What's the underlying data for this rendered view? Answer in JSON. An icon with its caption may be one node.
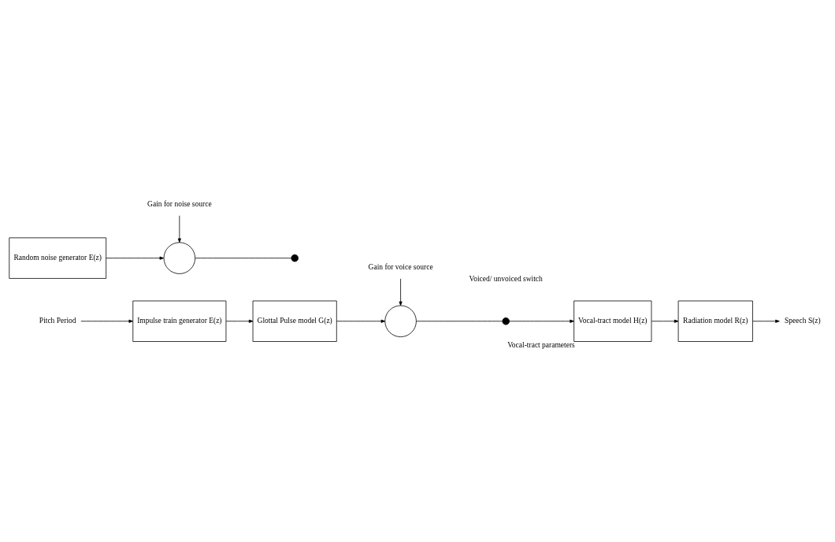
{
  "diagram": {
    "nodes": [
      {
        "text": [
          "Pitch Period"
        ]
      },
      {
        "text": [
          "Impulse train generator E(z)"
        ]
      },
      {
        "text": [
          "Glottal Pulse model G(z)"
        ]
      },
      {
        "text": [
          "Gain for voice source"
        ]
      },
      {
        "text": [],
        "shape": "circle"
      },
      {
        "text": [],
        "shape": "dot"
      },
      {
        "text": [],
        "shape": "dot"
      },
      {
        "text": [
          "Vocal-tract model H(z)"
        ],
        "beside": [
          "Vocal-tract parameters"
        ]
      },
      {
        "text": [
          "Radiation model R(z)"
        ]
      },
      {
        "text": [
          "Speech S(z)"
        ]
      },
      {
        "text": [
          "Random noise generator E(z)"
        ]
      },
      {
        "text": [],
        "shape": "circle"
      },
      {
        "text": [
          "Gain for noise source"
        ]
      }
    ],
    "edges": [
      {
        "from": 0,
        "to": 1,
        "arrow": "to"
      },
      {
        "from": 1,
        "to": 2,
        "arrow": "to"
      },
      {
        "from": 2,
        "to": 4,
        "arrow": "to"
      },
      {
        "from": 3,
        "to": 4,
        "arrow": "to"
      },
      {
        "from": 4,
        "to": 5,
        "arrow": "none"
      },
      {
        "from": 5,
        "to": 7,
        "arrow": "to"
      },
      {
        "from": 10,
        "to": 11,
        "arrow": "to"
      },
      {
        "from": 12,
        "to": 11,
        "arrow": "to"
      },
      {
        "from": 11,
        "to": 6,
        "arrow": "none"
      },
      {
        "from": 7,
        "to": 8,
        "arrow": "to"
      },
      {
        "from": 8,
        "to": 9,
        "arrow": "to"
      }
    ],
    "labels": [
      "Voiced/ unvoiced switch"
    ]
  }
}
